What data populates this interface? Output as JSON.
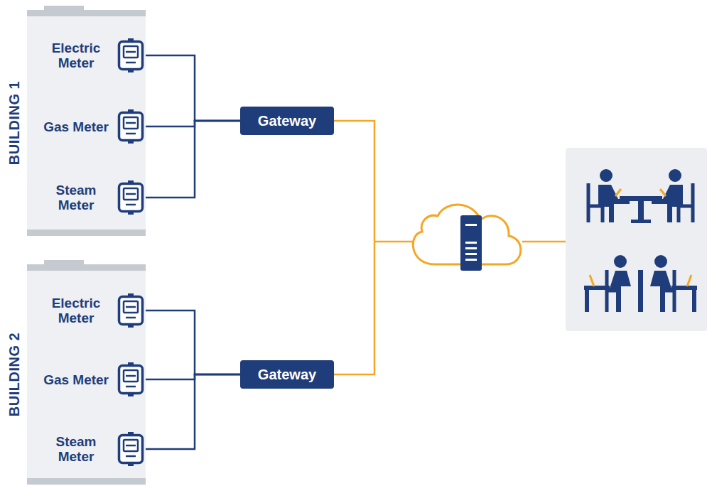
{
  "diagram": {
    "nodes": [
      {
        "text": [
          "BUILDING 1"
        ]
      },
      {
        "text": [
          "Electric Meter"
        ],
        "in": 0
      },
      {
        "text": [
          "Gas Meter"
        ],
        "in": 0
      },
      {
        "text": [
          "Steam Meter"
        ],
        "in": 0
      },
      {
        "text": [
          "BUILDING 2"
        ]
      },
      {
        "text": [
          "Electric Meter"
        ],
        "in": 4
      },
      {
        "text": [
          "Gas Meter"
        ],
        "in": 4
      },
      {
        "text": [
          "Steam Meter"
        ],
        "in": 4
      },
      {
        "text": [
          "Gateway"
        ]
      },
      {
        "text": [
          "Gateway"
        ]
      }
    ],
    "edges": [
      {
        "from": 1,
        "to": 8,
        "arrow": "none"
      },
      {
        "from": 2,
        "to": 8,
        "arrow": "none"
      },
      {
        "from": 3,
        "to": 8,
        "arrow": "none"
      },
      {
        "from": 5,
        "to": 9,
        "arrow": "none"
      },
      {
        "from": 6,
        "to": 9,
        "arrow": "none"
      },
      {
        "from": 7,
        "to": 9,
        "arrow": "none"
      }
    ]
  }
}
